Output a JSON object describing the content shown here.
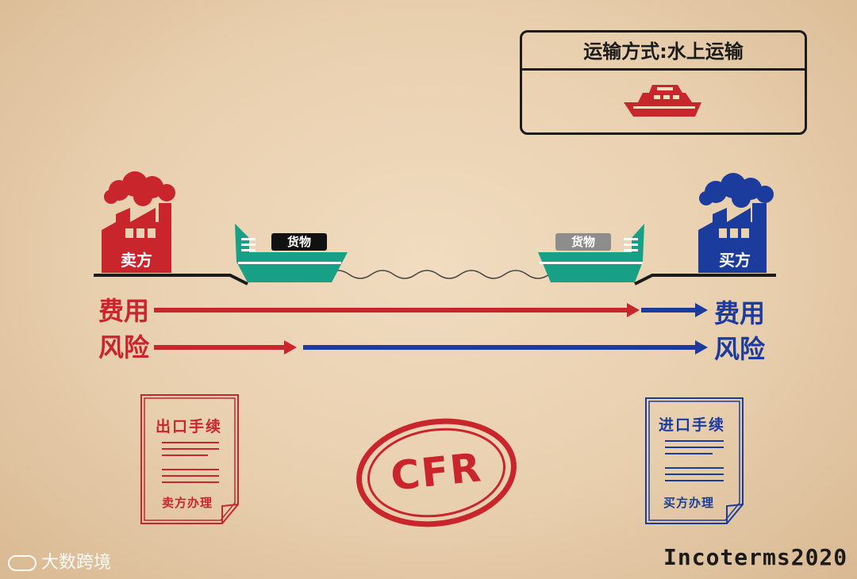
{
  "transport": {
    "title": "运输方式:水上运输",
    "icon": "ship-icon"
  },
  "seller": {
    "label": "卖方",
    "color": "#c8252c"
  },
  "buyer": {
    "label": "买方",
    "color": "#1b3c9c"
  },
  "cargo": {
    "left_label": "货物",
    "right_label": "货物"
  },
  "flows": {
    "cost_left": "费用",
    "cost_right": "费用",
    "risk_left": "风险",
    "risk_right": "风险"
  },
  "documents": {
    "export_title": "出口手续",
    "export_sign": "卖方办理",
    "import_title": "进口手续",
    "import_sign": "买方办理"
  },
  "stamp": {
    "text": "CFR"
  },
  "footer": {
    "watermark": "大数跨境",
    "incoterms": "Incoterms2020"
  },
  "colors": {
    "seller_red": "#c8252c",
    "buyer_blue": "#1b3c9c",
    "ship_green": "#17a085",
    "paper": "#e9d2b2"
  }
}
